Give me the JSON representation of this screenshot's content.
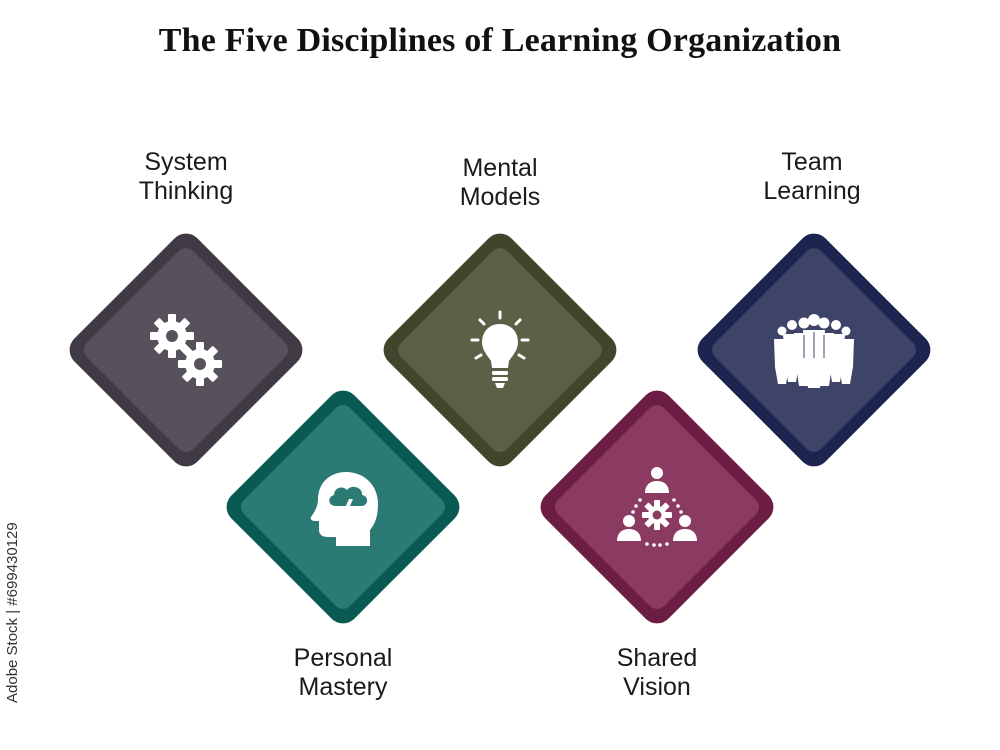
{
  "title": "The Five Disciplines of Learning Organization",
  "disciplines": [
    {
      "line1": "System",
      "line2": "Thinking",
      "icon": "gears-icon",
      "outer": "#3f3a44",
      "inner": "#57515b"
    },
    {
      "line1": "Mental",
      "line2": "Models",
      "icon": "lightbulb-icon",
      "outer": "#41452c",
      "inner": "#5d6047"
    },
    {
      "line1": "Team",
      "line2": "Learning",
      "icon": "team-icon",
      "outer": "#1e2450",
      "inner": "#3d4468"
    },
    {
      "line1": "Personal",
      "line2": "Mastery",
      "icon": "head-brain-icon",
      "outer": "#0a5a54",
      "inner": "#2b7a73"
    },
    {
      "line1": "Shared",
      "line2": "Vision",
      "icon": "shared-vision-icon",
      "outer": "#6b1d43",
      "inner": "#8b3a62"
    }
  ],
  "watermark": "Adobe Stock | #699430129"
}
